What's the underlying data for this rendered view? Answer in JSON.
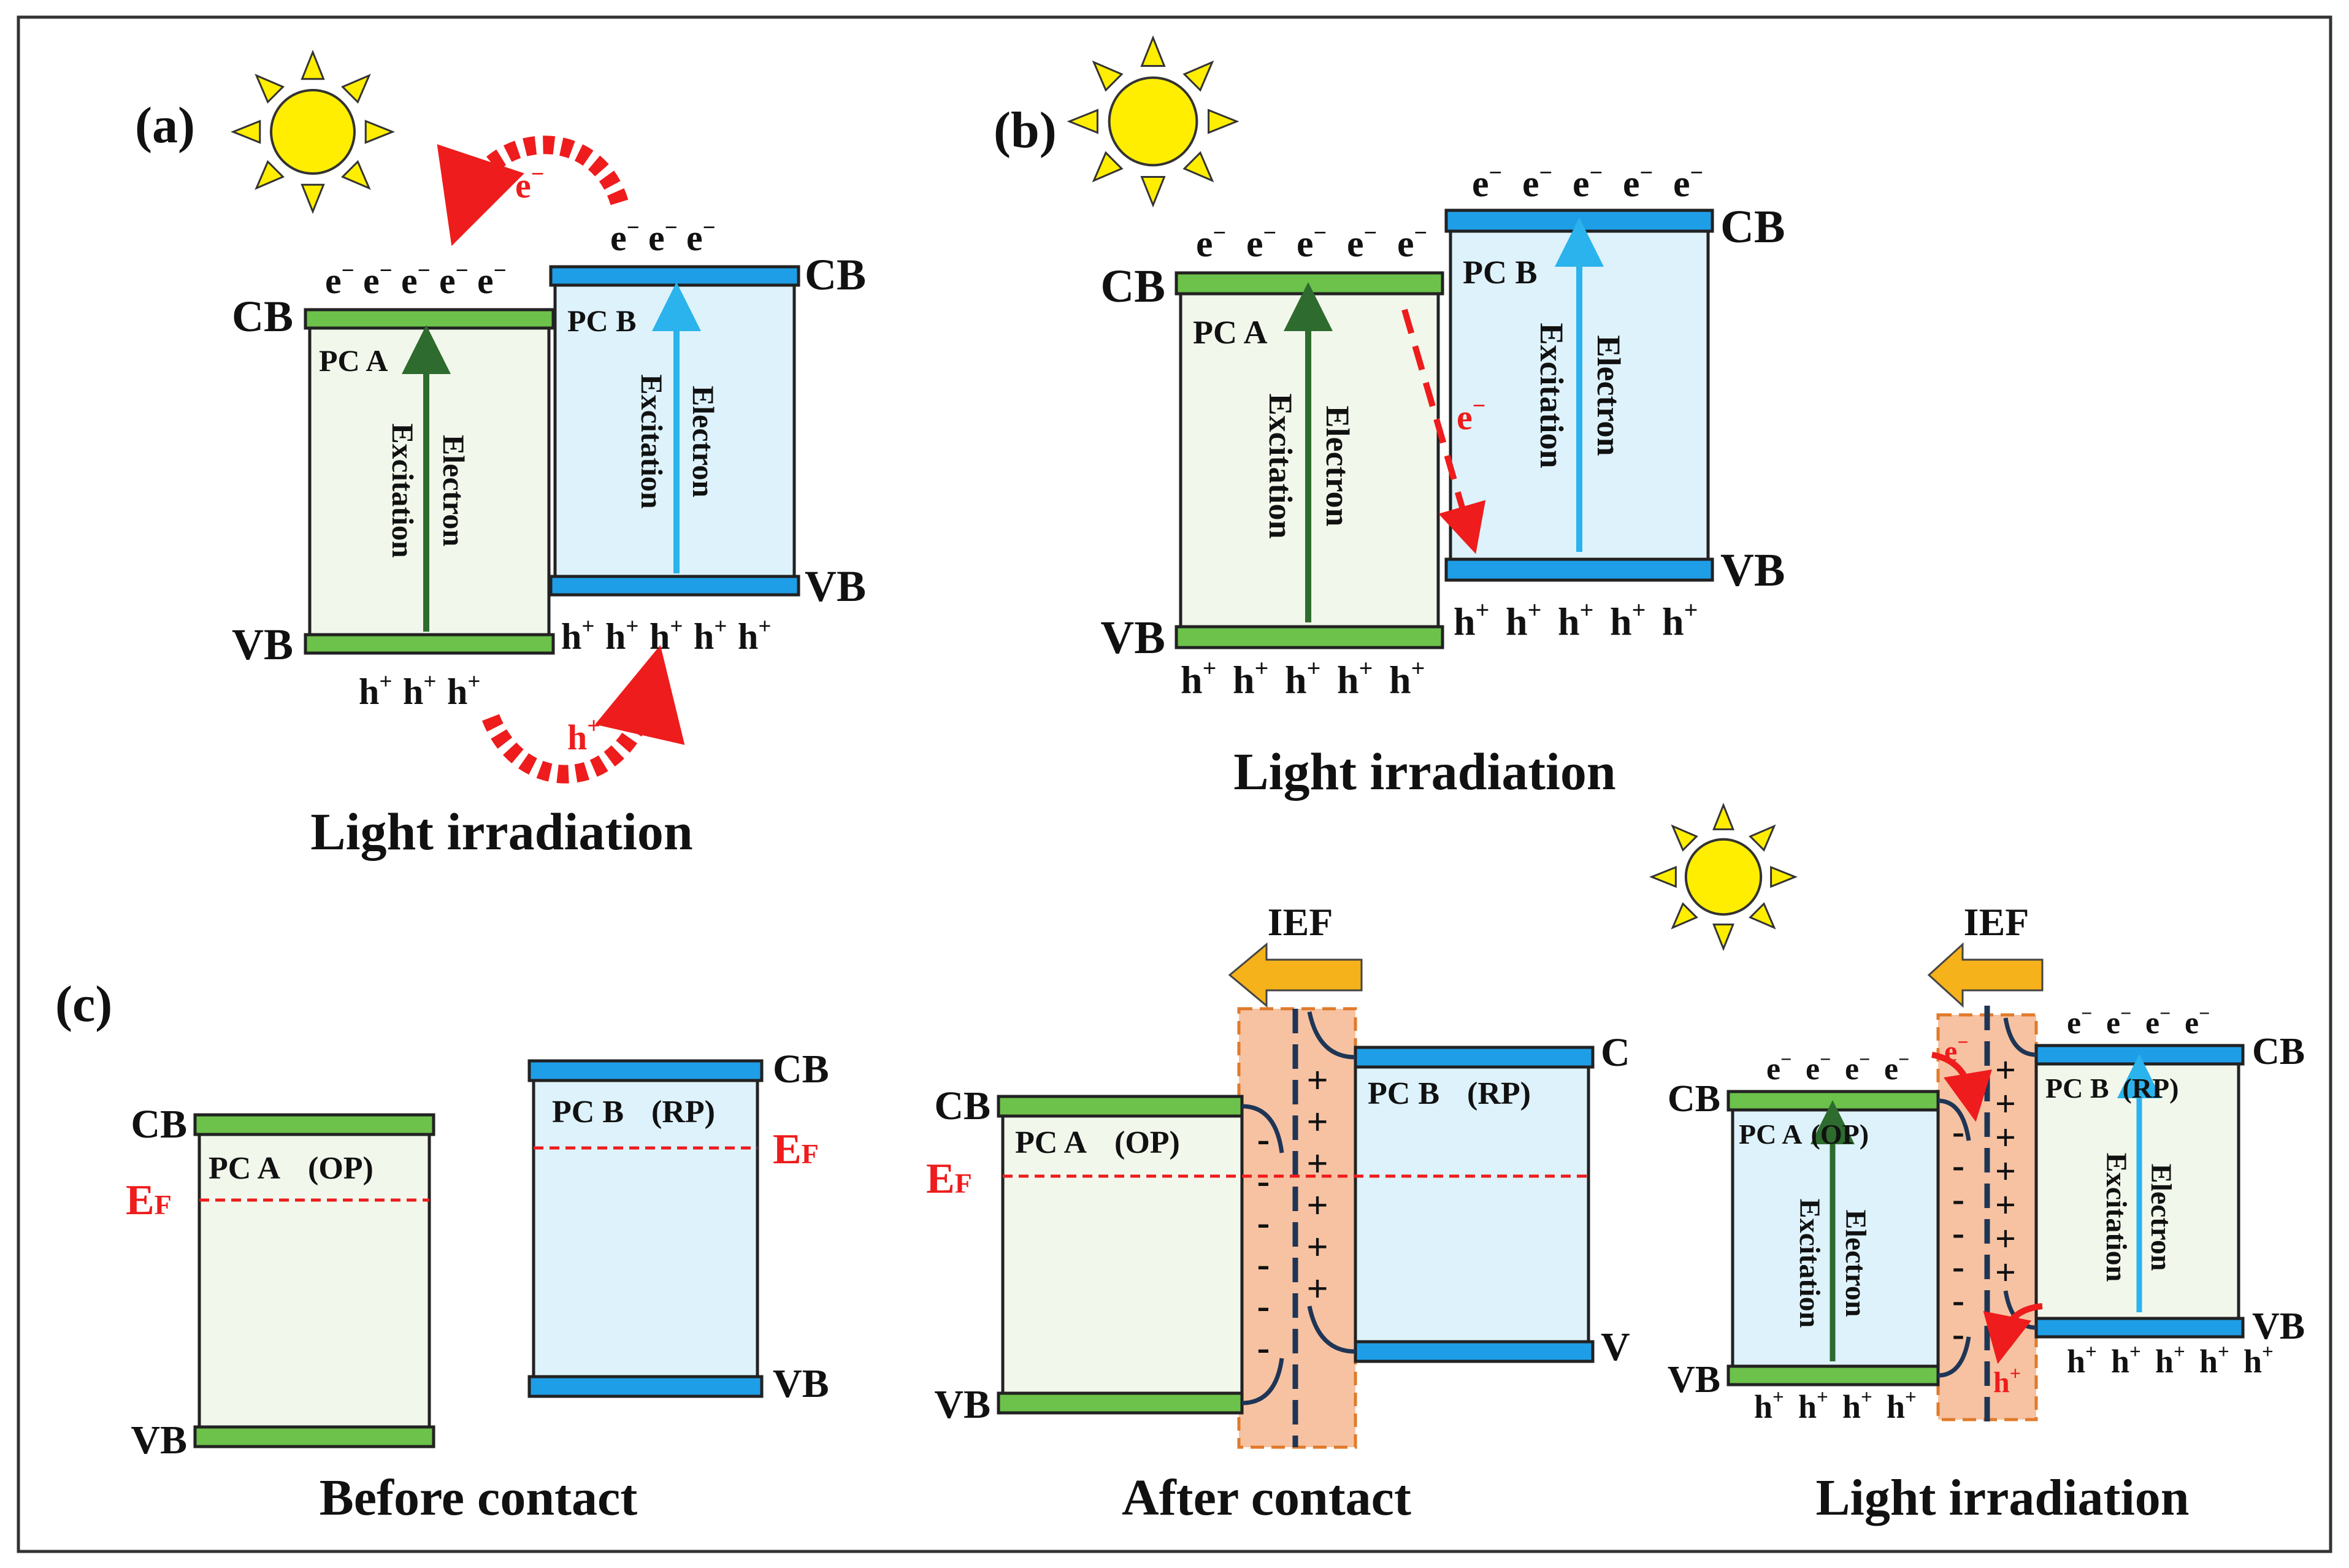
{
  "colors": {
    "green_band": "#6cc24a",
    "blue_band": "#1f9ee8",
    "pc_a_fill": "#f2f7ec",
    "pc_b_fill": "#ddf2fb",
    "arrow_a": "#2e6b2e",
    "arrow_b": "#2ab3ec",
    "red": "#ee1c1c",
    "sun": "#ffee00",
    "ief_arrow": "#f6b21a",
    "depletion": "#f7c2a2",
    "junction": "#1f3556"
  },
  "icons": [
    "sun-icon",
    "electron-transfer-arrow",
    "hole-transfer-arrow",
    "ief-arrow"
  ],
  "panel_a": {
    "tag": "(a)",
    "cb_left": "CB",
    "vb_left": "VB",
    "cb_right": "CB",
    "vb_right": "VB",
    "pc_a": "PC A",
    "pc_b": "PC B",
    "excitation_1": "Electron",
    "excitation_2": "Excitation",
    "electrons_a": [
      "e",
      "e",
      "e",
      "e",
      "e"
    ],
    "electrons_b": [
      "e",
      "e",
      "e"
    ],
    "holes_a": [
      "h",
      "h",
      "h"
    ],
    "holes_b": [
      "h",
      "h",
      "h",
      "h",
      "h"
    ],
    "transfer_e": "e",
    "transfer_h": "h",
    "minus": "−",
    "plus": "+",
    "caption": "Light irradiation"
  },
  "panel_b": {
    "tag": "(b)",
    "cb_left": "CB",
    "vb_left": "VB",
    "cb_right": "CB",
    "vb_right": "VB",
    "pc_a": "PC A",
    "pc_b": "PC B",
    "excitation_1": "Electron",
    "excitation_2": "Excitation",
    "electrons_a": [
      "e",
      "e",
      "e",
      "e",
      "e"
    ],
    "electrons_b": [
      "e",
      "e",
      "e",
      "e",
      "e"
    ],
    "holes_a": [
      "h",
      "h",
      "h",
      "h",
      "h"
    ],
    "holes_b": [
      "h",
      "h",
      "h",
      "h",
      "h"
    ],
    "transfer_e": "e",
    "minus": "−",
    "plus": "+",
    "caption": "Light irradiation"
  },
  "panel_c": {
    "tag": "(c)",
    "ef_main": "E",
    "ef_sub": "F",
    "minus": "−",
    "plus": "+",
    "before": {
      "cb_left": "CB",
      "vb_left": "VB",
      "cb_right": "CB",
      "vb_right": "VB",
      "pc_a": "PC A",
      "pc_a_type": "(OP)",
      "pc_b": "PC B",
      "pc_b_type": "(RP)",
      "caption": "Before contact"
    },
    "after": {
      "ief": "IEF",
      "cb_left": "CB",
      "vb_left": "VB",
      "cb_right": "C",
      "vb_right": "V",
      "pc_a": "PC A",
      "pc_a_type": "(OP)",
      "pc_b": "PC B",
      "pc_b_type": "(RP)",
      "neg": "-",
      "pos": "+",
      "caption": "After contact"
    },
    "light": {
      "ief": "IEF",
      "cb_left": "CB",
      "vb_left": "VB",
      "cb_right": "CB",
      "vb_right": "VB",
      "pc_a": "PC A",
      "pc_a_type": "(OP)",
      "pc_b": "PC B",
      "pc_b_type": "(RP)",
      "excitation_1": "Electron",
      "excitation_2": "Excitation",
      "electrons_a": [
        "e",
        "e",
        "e",
        "e"
      ],
      "electrons_b": [
        "e",
        "e",
        "e",
        "e"
      ],
      "holes_a": [
        "h",
        "h",
        "h",
        "h"
      ],
      "holes_b": [
        "h",
        "h",
        "h",
        "h",
        "h"
      ],
      "transfer_e": "e",
      "transfer_h": "h",
      "neg": "-",
      "pos": "+",
      "caption": "Light irradiation"
    }
  }
}
